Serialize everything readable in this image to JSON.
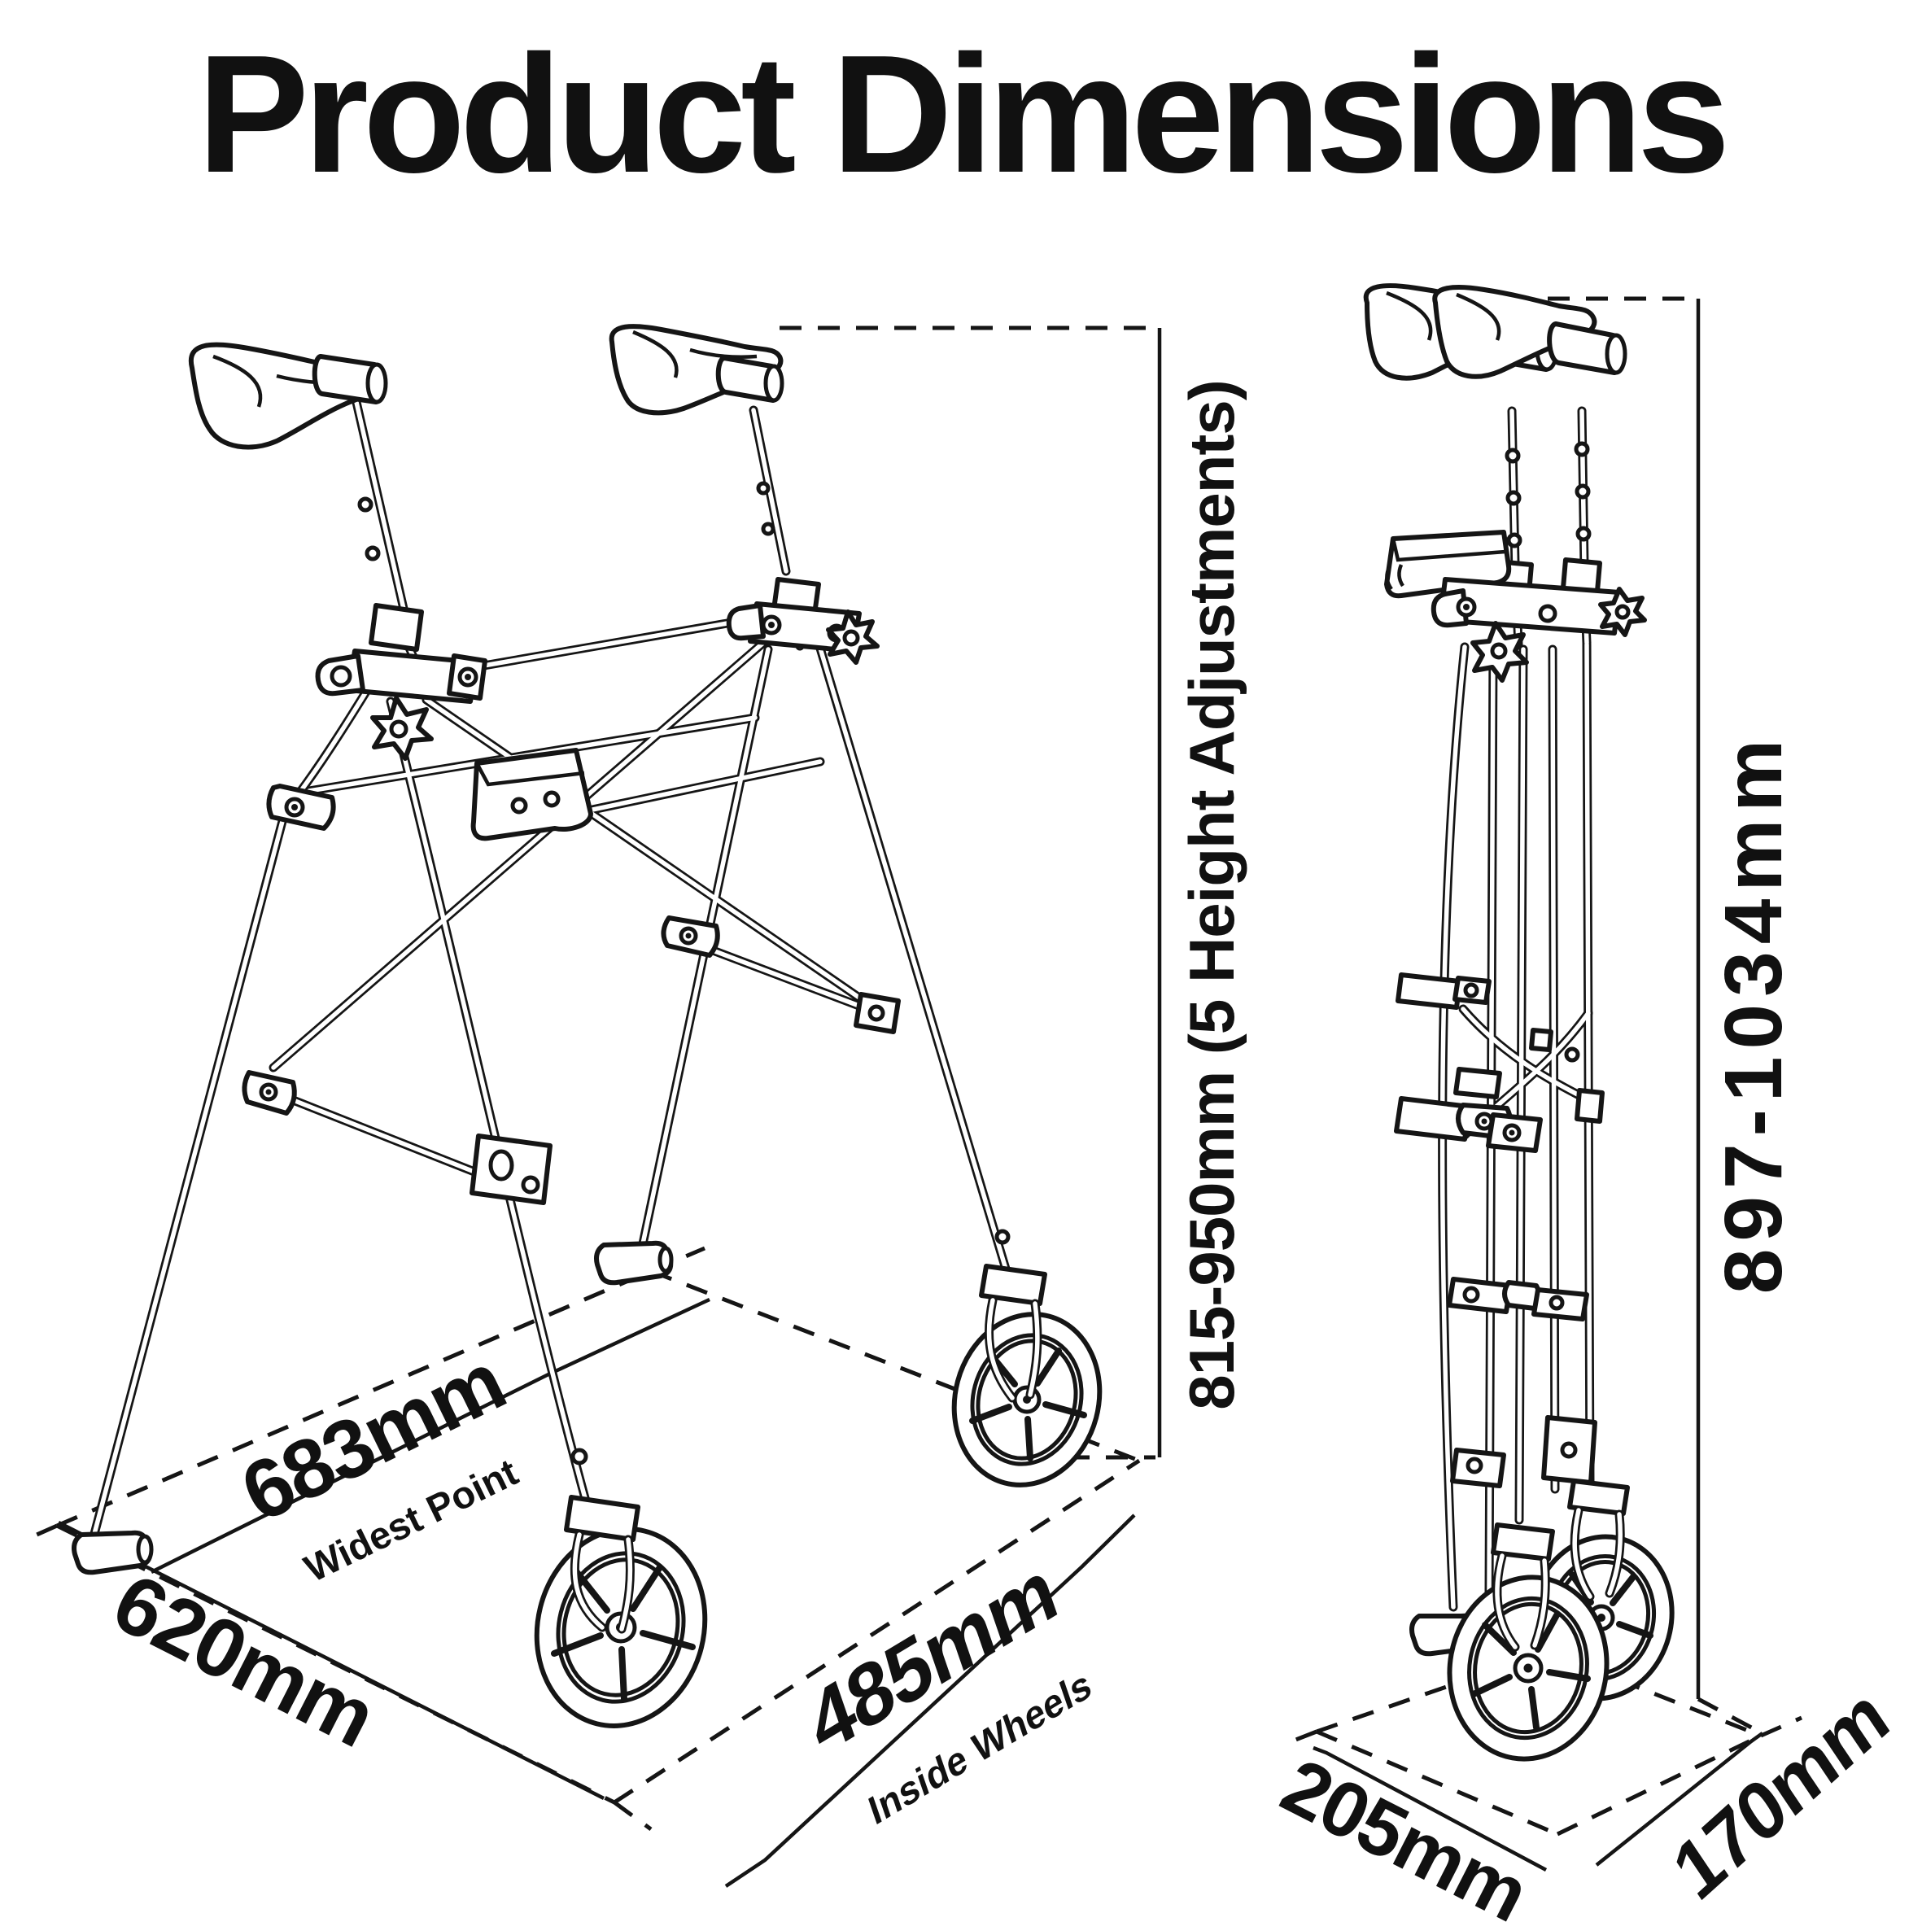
{
  "title": "Product Dimensions",
  "colors": {
    "ink": "#111111",
    "background": "#ffffff"
  },
  "unfolded_walker": {
    "height_range": "815-950mm (5 Height Adjustments)",
    "widest_point_value": "683mm",
    "widest_point_note": "Widest Point",
    "depth_value": "620mm",
    "inside_wheels_value": "485mm",
    "inside_wheels_note": "Inside Wheels"
  },
  "folded_walker": {
    "height_range": "897-1034mm",
    "depth_value": "205mm",
    "width_value": "170mm"
  }
}
